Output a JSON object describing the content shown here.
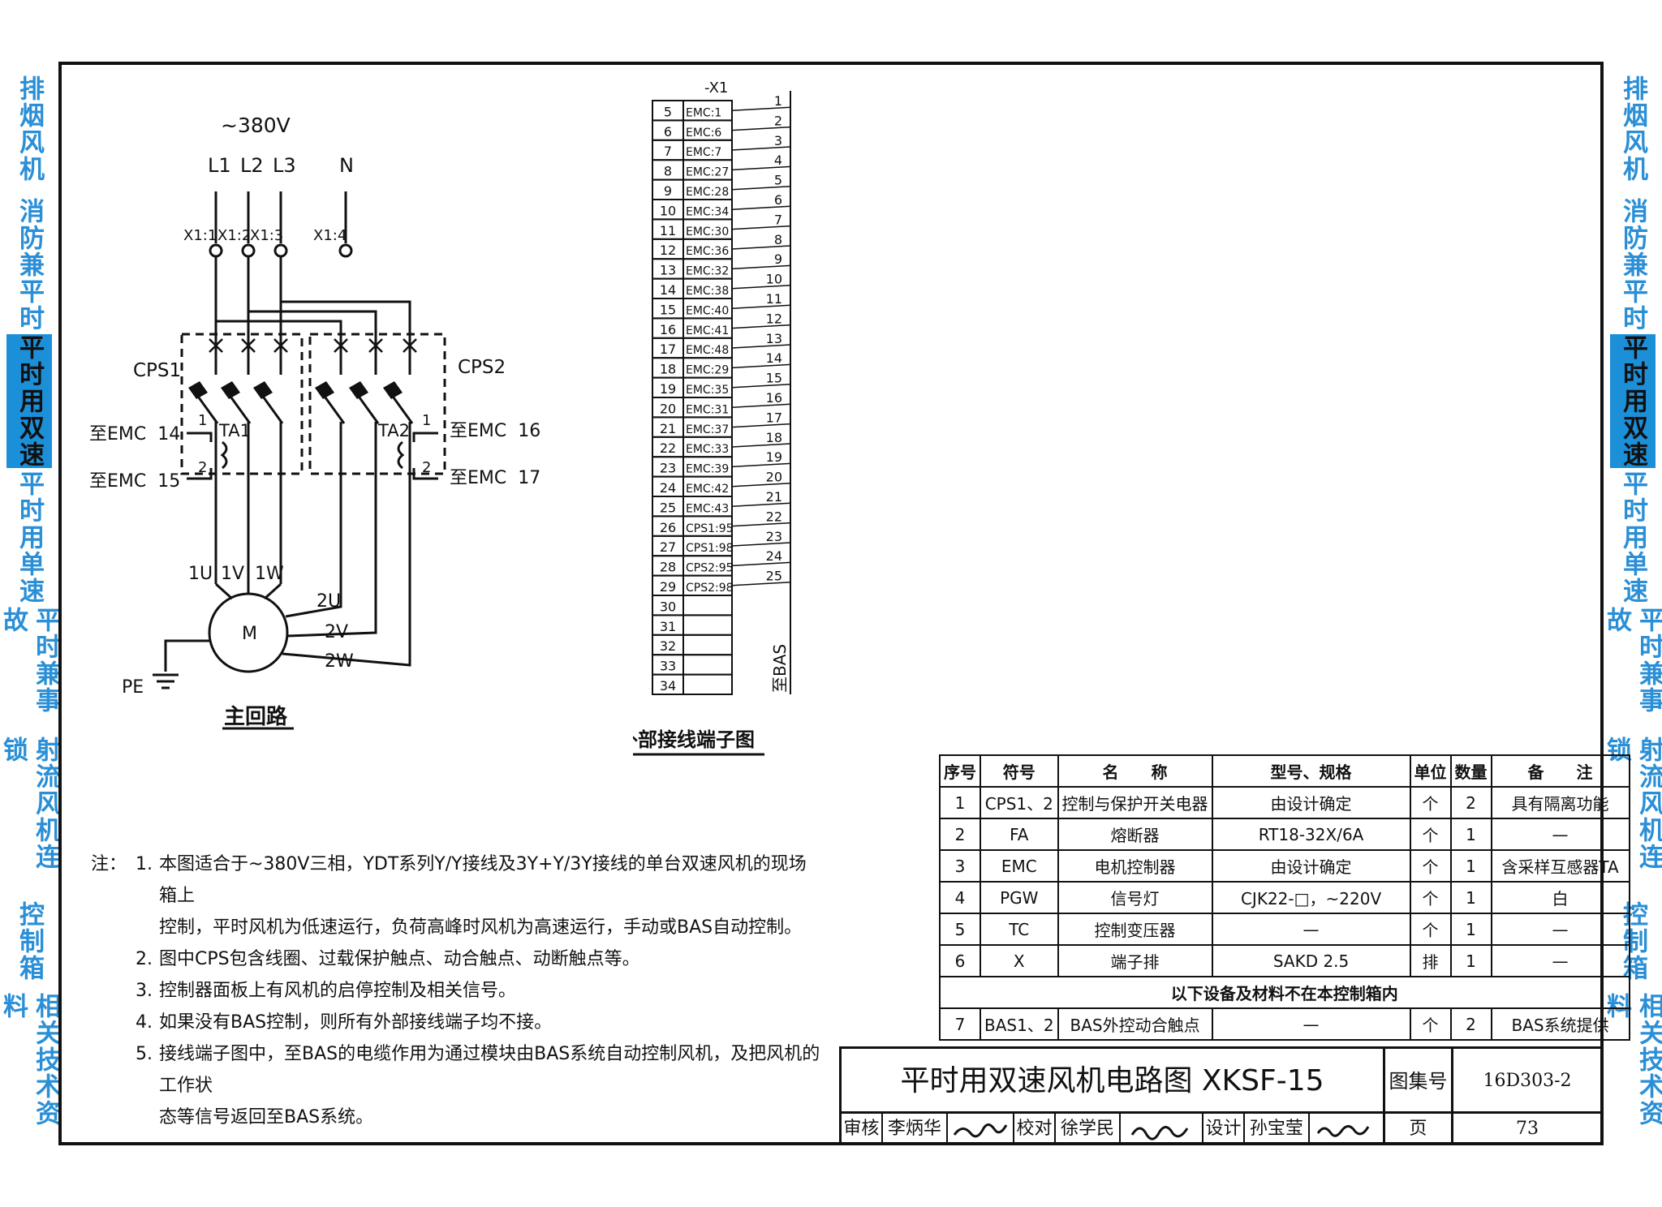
{
  "side_tabs": [
    {
      "label": "排烟风机",
      "active": false
    },
    {
      "label": "消防兼平时",
      "active": false
    },
    {
      "label": "平时用双速",
      "active": true
    },
    {
      "label": "平时用单速",
      "active": false
    },
    {
      "label": "平时兼事故",
      "active": false
    },
    {
      "label": "射流风机连锁",
      "active": false
    },
    {
      "label": "控制箱",
      "active": false
    },
    {
      "label": "相关技术资料",
      "active": false
    }
  ],
  "main_circuit": {
    "title": "主回路",
    "supply": "~380V",
    "phases": [
      "L1",
      "L2",
      "L3",
      "N"
    ],
    "terminals": [
      "X1:1",
      "X1:2",
      "X1:3",
      "X1:4"
    ],
    "cps1": "CPS1",
    "cps2": "CPS2",
    "ta1": "TA1",
    "ta2": "TA2",
    "left_emc": [
      "至EMC  14",
      "至EMC  15"
    ],
    "right_emc": [
      "至EMC  16",
      "至EMC  17"
    ],
    "ct_pins": [
      "1",
      "2"
    ],
    "motor": "M",
    "low_speed": [
      "1U",
      "1V",
      "1W"
    ],
    "high_speed": [
      "2U",
      "2V",
      "2W"
    ],
    "pe": "PE"
  },
  "terminal_diagram": {
    "title": "外部接线端子图",
    "header": "-X1",
    "rows": [
      {
        "n": "5",
        "l": "EMC:1"
      },
      {
        "n": "6",
        "l": "EMC:6"
      },
      {
        "n": "7",
        "l": "EMC:7"
      },
      {
        "n": "8",
        "l": "EMC:27"
      },
      {
        "n": "9",
        "l": "EMC:28"
      },
      {
        "n": "10",
        "l": "EMC:34"
      },
      {
        "n": "11",
        "l": "EMC:30"
      },
      {
        "n": "12",
        "l": "EMC:36"
      },
      {
        "n": "13",
        "l": "EMC:32"
      },
      {
        "n": "14",
        "l": "EMC:38"
      },
      {
        "n": "15",
        "l": "EMC:40"
      },
      {
        "n": "16",
        "l": "EMC:41"
      },
      {
        "n": "17",
        "l": "EMC:48"
      },
      {
        "n": "18",
        "l": "EMC:29"
      },
      {
        "n": "19",
        "l": "EMC:35"
      },
      {
        "n": "20",
        "l": "EMC:31"
      },
      {
        "n": "21",
        "l": "EMC:37"
      },
      {
        "n": "22",
        "l": "EMC:33"
      },
      {
        "n": "23",
        "l": "EMC:39"
      },
      {
        "n": "24",
        "l": "EMC:42"
      },
      {
        "n": "25",
        "l": "EMC:43"
      },
      {
        "n": "26",
        "l": "CPS1:95"
      },
      {
        "n": "27",
        "l": "CPS1:98"
      },
      {
        "n": "28",
        "l": "CPS2:95"
      },
      {
        "n": "29",
        "l": "CPS2:98"
      },
      {
        "n": "30",
        "l": ""
      },
      {
        "n": "31",
        "l": ""
      },
      {
        "n": "32",
        "l": ""
      },
      {
        "n": "33",
        "l": ""
      },
      {
        "n": "34",
        "l": ""
      }
    ],
    "wire_numbers": [
      "1",
      "2",
      "3",
      "4",
      "5",
      "6",
      "7",
      "8",
      "9",
      "10",
      "11",
      "12",
      "13",
      "14",
      "15",
      "16",
      "17",
      "18",
      "19",
      "20",
      "21",
      "22",
      "23",
      "24",
      "25"
    ],
    "bas_label": "至BAS"
  },
  "notes": {
    "label": "注：",
    "items": [
      {
        "num": "1.",
        "lines": [
          "本图适合于~380V三相，YDT系列Y/Y接线及3Y+Y/3Y接线的单台双速风机的现场箱上",
          "控制，平时风机为低速运行，负荷高峰时风机为高速运行，手动或BAS自动控制。"
        ]
      },
      {
        "num": "2.",
        "lines": [
          "图中CPS包含线圈、过载保护触点、动合触点、动断触点等。"
        ]
      },
      {
        "num": "3.",
        "lines": [
          "控制器面板上有风机的启停控制及相关信号。"
        ]
      },
      {
        "num": "4.",
        "lines": [
          "如果没有BAS控制，则所有外部接线端子均不接。"
        ]
      },
      {
        "num": "5.",
        "lines": [
          "接线端子图中，至BAS的电缆作用为通过模块由BAS系统自动控制风机，及把风机的工作状",
          "态等信号返回至BAS系统。"
        ]
      }
    ]
  },
  "bom": {
    "headers": [
      "序号",
      "符号",
      "名　　称",
      "型号、规格",
      "单位",
      "数量",
      "备　　注"
    ],
    "rows": [
      [
        "1",
        "CPS1、2",
        "控制与保护开关电器",
        "由设计确定",
        "个",
        "2",
        "具有隔离功能"
      ],
      [
        "2",
        "FA",
        "熔断器",
        "RT18-32X/6A",
        "个",
        "1",
        "—"
      ],
      [
        "3",
        "EMC",
        "电机控制器",
        "由设计确定",
        "个",
        "1",
        "含采样互感器TA"
      ],
      [
        "4",
        "PGW",
        "信号灯",
        "CJK22-□，~220V",
        "个",
        "1",
        "白"
      ],
      [
        "5",
        "TC",
        "控制变压器",
        "—",
        "个",
        "1",
        "—"
      ],
      [
        "6",
        "X",
        "端子排",
        "SAKD 2.5",
        "排",
        "1",
        "—"
      ]
    ],
    "separator": "以下设备及材料不在本控制箱内",
    "extra_row": [
      "7",
      "BAS1、2",
      "BAS外控动合触点",
      "—",
      "个",
      "2",
      "BAS系统提供"
    ]
  },
  "title_block": {
    "title": "平时用双速风机电路图 XKSF-15",
    "atlas_label": "图集号",
    "atlas_no": "16D303-2",
    "page_label": "页",
    "page_no": "73",
    "review_label": "审核",
    "reviewer": "李炳华",
    "check_label": "校对",
    "checker": "徐学民",
    "design_label": "设计",
    "designer": "孙宝莹"
  }
}
